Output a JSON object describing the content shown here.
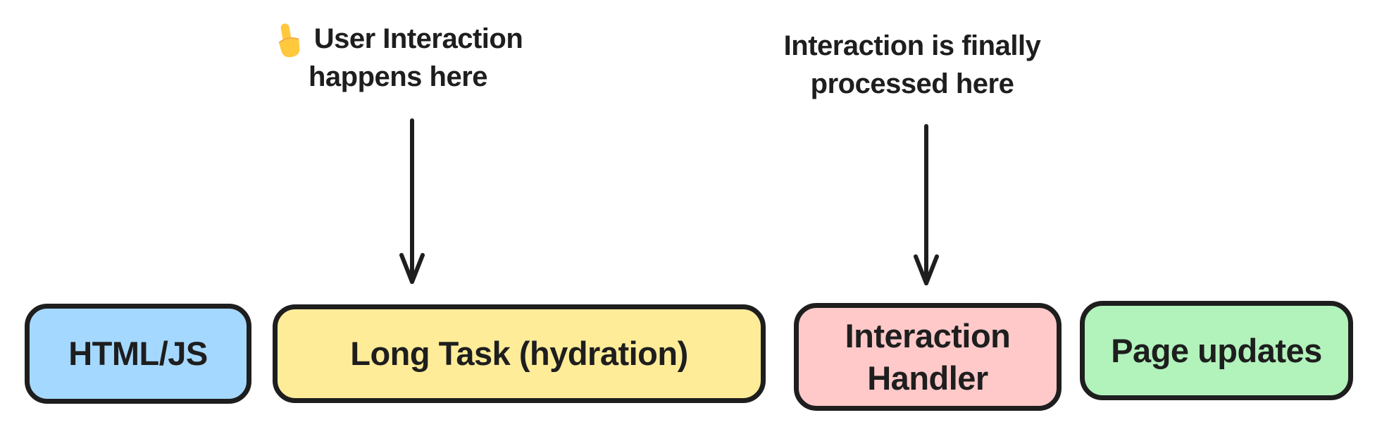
{
  "canvas": {
    "background": "#ffffff",
    "stroke_color": "#1e1e1e",
    "text_color": "#1e1e1e"
  },
  "annotations": {
    "user_interaction": {
      "icon": "backhand-index-pointing-up",
      "line1": "User Interaction",
      "line2": "happens here"
    },
    "processed": {
      "line1": "Interaction is finally",
      "line2": "processed here"
    }
  },
  "boxes": [
    {
      "id": "html-js",
      "label": "HTML/JS",
      "fill": "#a5d8ff"
    },
    {
      "id": "long-task",
      "label": "Long Task (hydration)",
      "fill": "#ffec99"
    },
    {
      "id": "interaction-handler",
      "label": "Interaction\nHandler",
      "fill": "#ffc9c9"
    },
    {
      "id": "page-updates",
      "label": "Page updates",
      "fill": "#b2f2bb"
    }
  ]
}
